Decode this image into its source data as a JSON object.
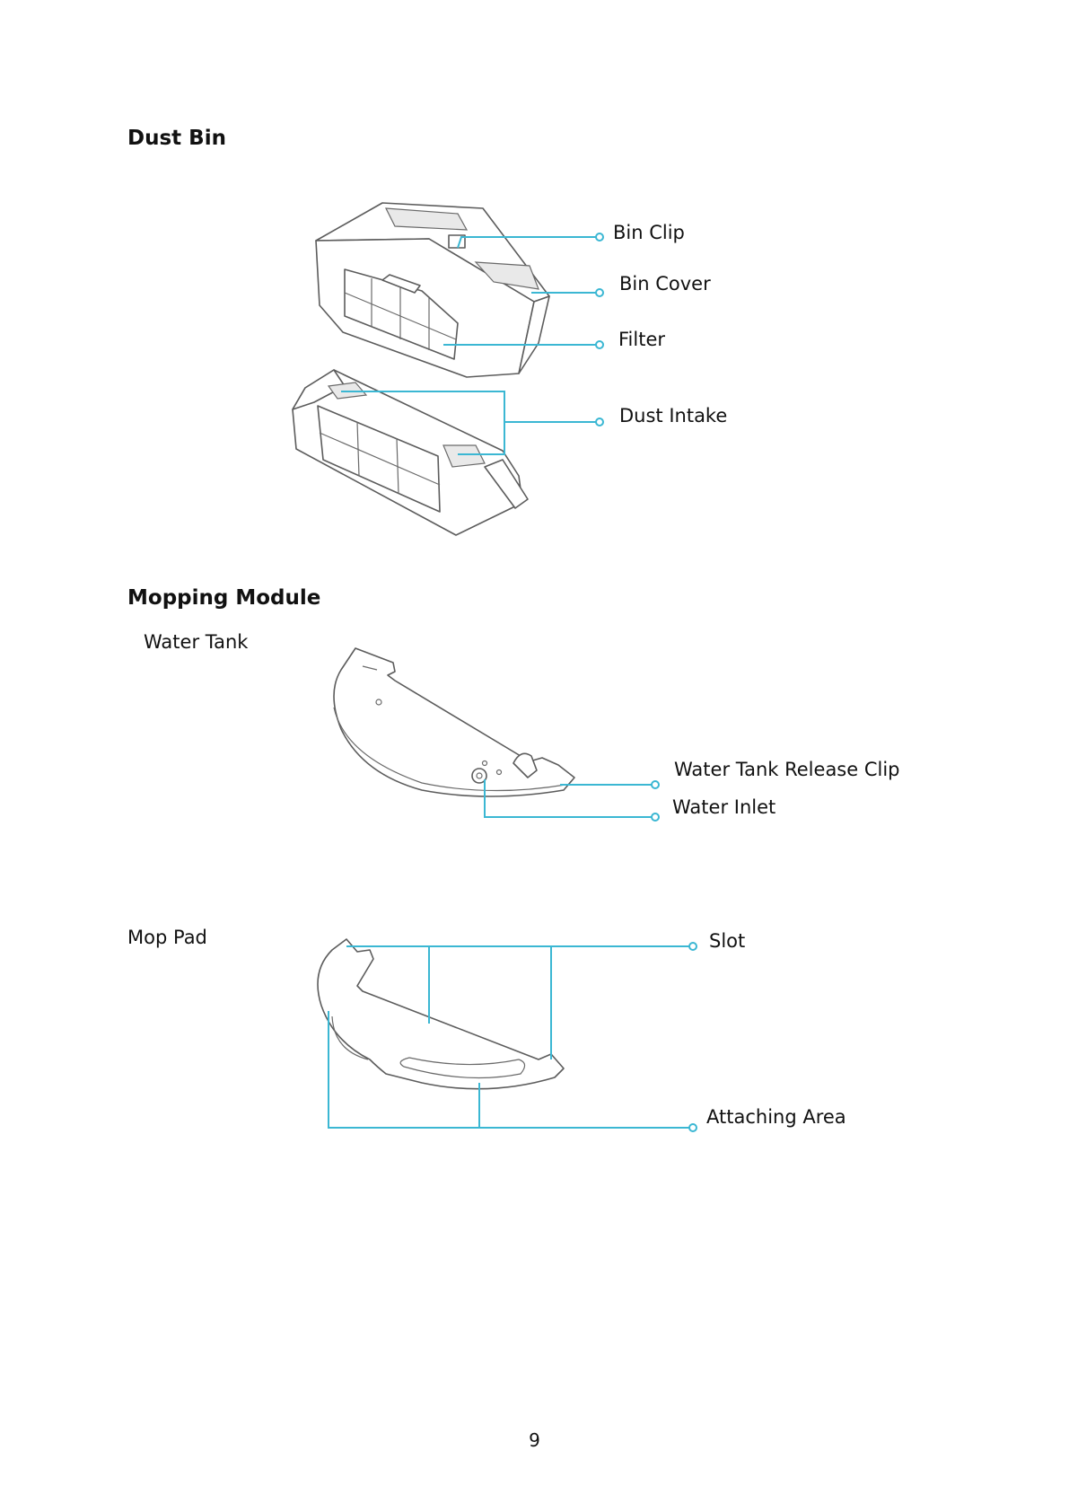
{
  "sections": {
    "dust_bin": {
      "heading": "Dust Bin",
      "callouts": {
        "bin_clip": "Bin Clip",
        "bin_cover": "Bin Cover",
        "filter": "Filter",
        "dust_intake": "Dust Intake"
      }
    },
    "mopping_module": {
      "heading": "Mopping Module",
      "water_tank": {
        "label": "Water Tank",
        "callouts": {
          "release_clip": "Water Tank Release Clip",
          "water_inlet": "Water Inlet"
        }
      },
      "mop_pad": {
        "label": "Mop Pad",
        "callouts": {
          "slot": "Slot",
          "attaching_area": "Attaching Area"
        }
      }
    }
  },
  "footer": {
    "page_number": "9"
  },
  "colors": {
    "leader_line": "#3bb7d3",
    "drawing_stroke": "#5c5c5c"
  }
}
